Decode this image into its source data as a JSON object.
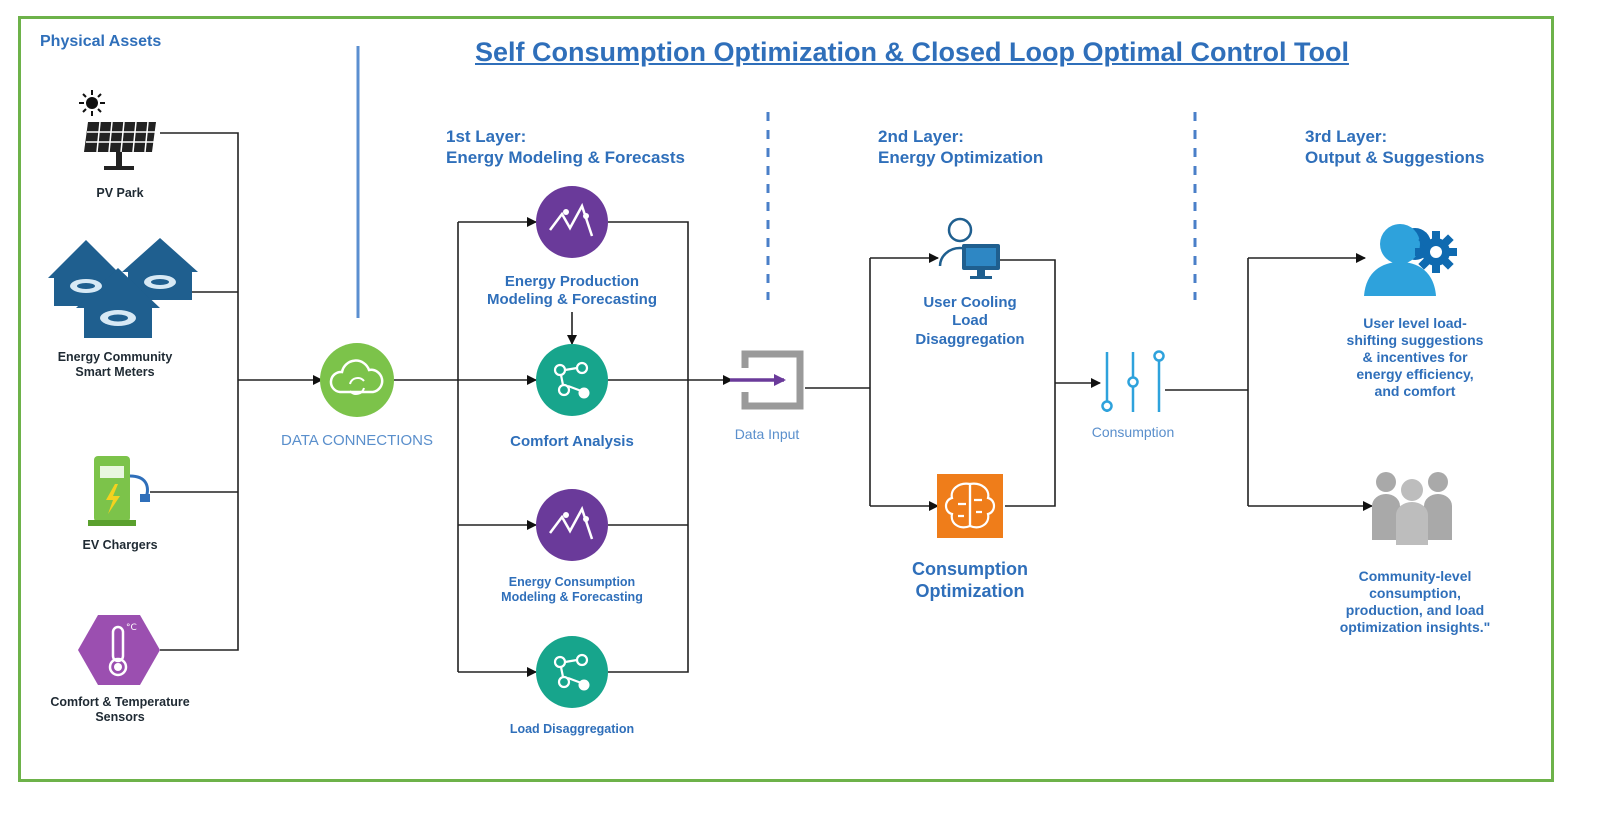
{
  "title": "Self Consumption Optimization & Closed Loop Optimal Control Tool",
  "physical_assets": {
    "heading": "Physical Assets",
    "pv_park": "PV Park",
    "smart_meters_line1": "Energy Community",
    "smart_meters_line2": "Smart Meters",
    "ev_chargers": "EV Chargers",
    "sensors_line1": "Comfort & Temperature",
    "sensors_line2": "Sensors"
  },
  "data_connections": "DATA CONNECTIONS",
  "layer1": {
    "heading_line1": "1st Layer:",
    "heading_line2": "Energy Modeling & Forecasts",
    "production_line1": "Energy Production",
    "production_line2": "Modeling & Forecasting",
    "comfort": "Comfort Analysis",
    "consumption_line1": "Energy Consumption",
    "consumption_line2": "Modeling & Forecasting",
    "load_disaggregation": "Load Disaggregation"
  },
  "data_input": "Data Input",
  "layer2": {
    "heading_line1": "2nd Layer:",
    "heading_line2": "Energy Optimization",
    "cooling_line1": "User Cooling",
    "cooling_line2": "Load",
    "cooling_line3": "Disaggregation",
    "optimization_line1": "Consumption",
    "optimization_line2": "Optimization"
  },
  "consumption": "Consumption",
  "layer3": {
    "heading_line1": "3rd Layer:",
    "heading_line2": "Output & Suggestions",
    "user_line1": "User level load-",
    "user_line2": "shifting suggestions",
    "user_line3": "& incentives for",
    "user_line4": "energy efficiency,",
    "user_line5": "and comfort",
    "community_line1": "Community-level",
    "community_line2": "consumption,",
    "community_line3": "production, and load",
    "community_line4": "optimization insights.\""
  },
  "colors": {
    "frame": "#6db24a",
    "title_blue": "#2f6fba",
    "purple": "#6a3a9a",
    "teal": "#17a58c",
    "green": "#7cc34a",
    "orange": "#ef7d1a",
    "magenta": "#9b4fb0",
    "azure": "#2ea2dc"
  },
  "icons": [
    "sun-icon",
    "solar-panel-icon",
    "house-meter-icon",
    "ev-charger-icon",
    "thermometer-icon",
    "cloud-sync-icon",
    "trend-icon",
    "network-icon",
    "data-input-icon",
    "user-computer-icon",
    "brain-icon",
    "sliders-icon",
    "user-gear-icon",
    "people-group-icon"
  ]
}
